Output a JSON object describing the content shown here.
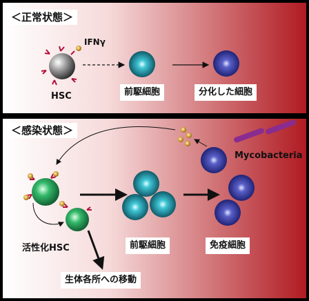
{
  "normal": {
    "header": "＜正常状態＞",
    "ifn": "IFNγ",
    "hsc": "HSC",
    "progenitor": "前駆細胞",
    "differentiated": "分化した細胞"
  },
  "infection": {
    "header": "＜感染状態＞",
    "bacteria": "Mycobacteria",
    "activated_hsc": "活性化HSC",
    "progenitor": "前駆細胞",
    "immune": "免疫細胞",
    "migration": "生体各所への移動"
  },
  "colors": {
    "panel_light": "#ffffff",
    "panel_dark": "#b01b22",
    "hsc_gray": "#8c8c8c",
    "activated_green": "#1a9a52",
    "progenitor_teal": "#1d8fa0",
    "immune_blue": "#2a2f8f",
    "cytokine_gold": "#d7a43b",
    "receptor_red": "#b3123a",
    "bacteria_purple": "#8a2c8f"
  }
}
